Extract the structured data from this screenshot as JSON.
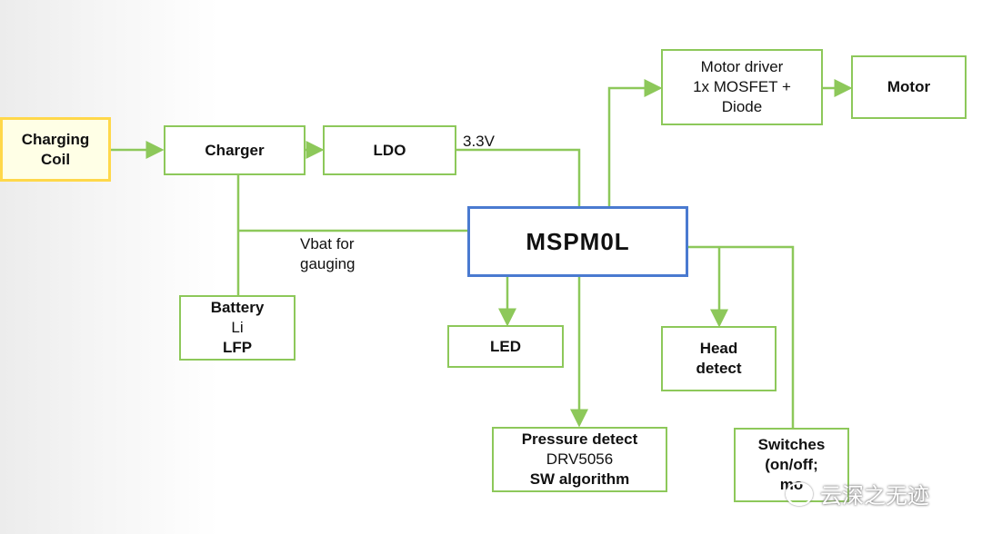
{
  "colors": {
    "line": "#8dc85a",
    "box_border": "#8dc85a",
    "coil_border": "#ffd84a",
    "mcu_border": "#4a7ad0"
  },
  "blocks": {
    "charging_coil": [
      "Charging",
      "Coil"
    ],
    "charger": "Charger",
    "ldo": "LDO",
    "motor_driver": [
      "Motor driver",
      "1x MOSFET +",
      "Diode"
    ],
    "motor": "Motor",
    "mcu": "MSPM0L",
    "battery": [
      "Battery",
      "Li",
      "LFP"
    ],
    "led": "LED",
    "head_detect": [
      "Head",
      "detect"
    ],
    "pressure_detect": [
      "Pressure detect",
      "DRV5056",
      "SW algorithm"
    ],
    "switches": [
      "Switches",
      "(on/off;",
      "mo"
    ]
  },
  "labels": {
    "voltage": "3.3V",
    "vbat": [
      "Vbat for",
      "gauging"
    ]
  },
  "watermark": {
    "text": "云深之无迹",
    "icon": "wechat-icon"
  }
}
